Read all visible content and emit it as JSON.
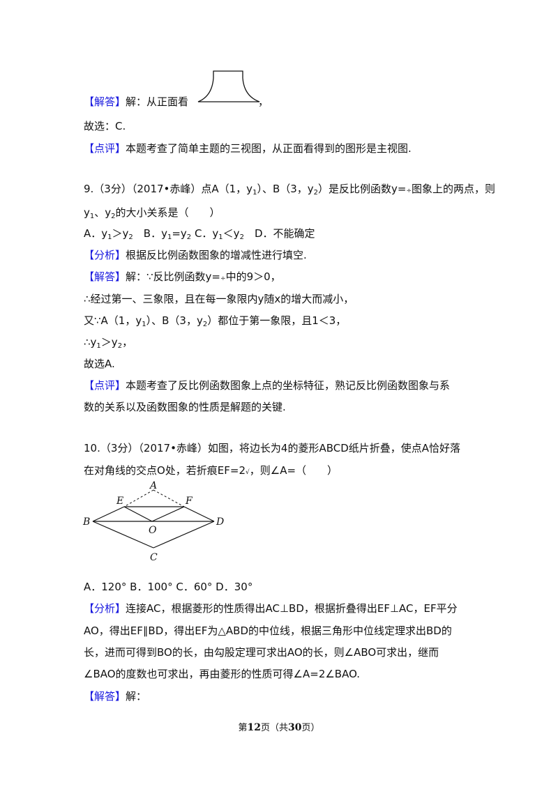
{
  "q8": {
    "answer_tag": "【解答】",
    "answer_pre": "解：从正面看",
    "answer_post": "，",
    "choose": "故选：C.",
    "comment_tag": "【点评】",
    "comment": "本题考查了简单主题的三视图，从正面看得到的图形是主视图."
  },
  "q9": {
    "stem1": "9.（3分）（2017•赤峰）点A（1，y",
    "stem1_b": "）、B（3，y",
    "stem1_c": "）是反比例函数y=",
    "stem1_d": "图象上的两点，则",
    "stem2_a": "y",
    "stem2_b": "、y",
    "stem2_c": "的大小关系是（　　）",
    "optA_a": "A．y",
    "optA_b": "＞y",
    "optB_a": "　B．y",
    "optB_b": "=y",
    "optC_a": "C．y",
    "optC_b": "＜y",
    "optD": "　D．不能确定",
    "analysis_tag": "【分析】",
    "analysis": "根据反比例函数图象的增减性进行填空.",
    "answer_tag": "【解答】",
    "answer_a": "解：∵反比例函数y=",
    "answer_b": "中的9＞0，",
    "step1": "∴经过第一、三象限，且在每一象限内y随x的增大而减小，",
    "step2_a": "又∵A（1，y",
    "step2_b": "）、B（3，y",
    "step2_c": "）都位于第一象限，且1＜3，",
    "step3_a": "∴y",
    "step3_b": "＞y",
    "step3_c": "，",
    "choose": "故选A.",
    "comment_tag": "【点评】",
    "comment1": "本题考查了反比例函数图象上点的坐标特征，熟记反比例函数图象与系",
    "comment2": "数的关系以及函数图象的性质是解题的关键."
  },
  "q10": {
    "stem1": "10.（3分）（2017•赤峰）如图，将边长为4的菱形ABCD纸片折叠，使点A恰好落",
    "stem2_a": "在对角线的交点O处，若折痕EF=2",
    "stem2_b": "，则∠A=（　　）",
    "labels": {
      "A": "A",
      "B": "B",
      "C": "C",
      "D": "D",
      "E": "E",
      "F": "F",
      "O": "O"
    },
    "options": "A．120° B．100° C．60°  D．30°",
    "analysis_tag": "【分析】",
    "analysis1": "连接AC，根据菱形的性质得出AC⊥BD，根据折叠得出EF⊥AC，EF平分",
    "analysis2": "AO，得出EF∥BD，得出EF为△ABD的中位线，根据三角形中位线定理求出BD的",
    "analysis3": "长，进而可得到BO的长，由勾股定理可求出AO的长，则∠ABO可求出，继而",
    "analysis4": "∠BAO的度数也可求出，再由菱形的性质可得∠A=2∠BAO.",
    "answer_tag": "【解答】",
    "answer": "解："
  },
  "footer": {
    "pre": "第",
    "page": "12",
    "mid": "页（共",
    "total": "30",
    "post": "页）"
  }
}
